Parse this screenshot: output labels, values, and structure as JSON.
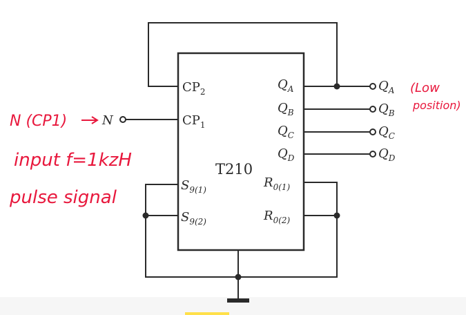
{
  "chip": {
    "name": "T210",
    "pins_left": [
      {
        "main": "CP",
        "sub": "2"
      },
      {
        "main": "CP",
        "sub": "1"
      },
      {
        "main": "S",
        "sub": "9(1)"
      },
      {
        "main": "S",
        "sub": "9(2)"
      }
    ],
    "pins_right": [
      {
        "main": "Q",
        "sub": "A"
      },
      {
        "main": "Q",
        "sub": "B"
      },
      {
        "main": "Q",
        "sub": "C"
      },
      {
        "main": "Q",
        "sub": "D"
      },
      {
        "main": "R",
        "sub": "0(1)"
      },
      {
        "main": "R",
        "sub": "0(2)"
      }
    ]
  },
  "input_node": "N",
  "outputs": [
    {
      "main": "Q",
      "sub": "A"
    },
    {
      "main": "Q",
      "sub": "B"
    },
    {
      "main": "Q",
      "sub": "C"
    },
    {
      "main": "Q",
      "sub": "D"
    }
  ],
  "annotations": {
    "input_label": "N (CP1)",
    "input_desc_line1": "input f=1kzH",
    "input_desc_line2": "pulse signal",
    "output_note_line1": "(Low",
    "output_note_line2": "position)"
  },
  "colors": {
    "ink": "#2a2a2a",
    "annotation": "#e8173c",
    "highlight": "#ffe04a"
  }
}
